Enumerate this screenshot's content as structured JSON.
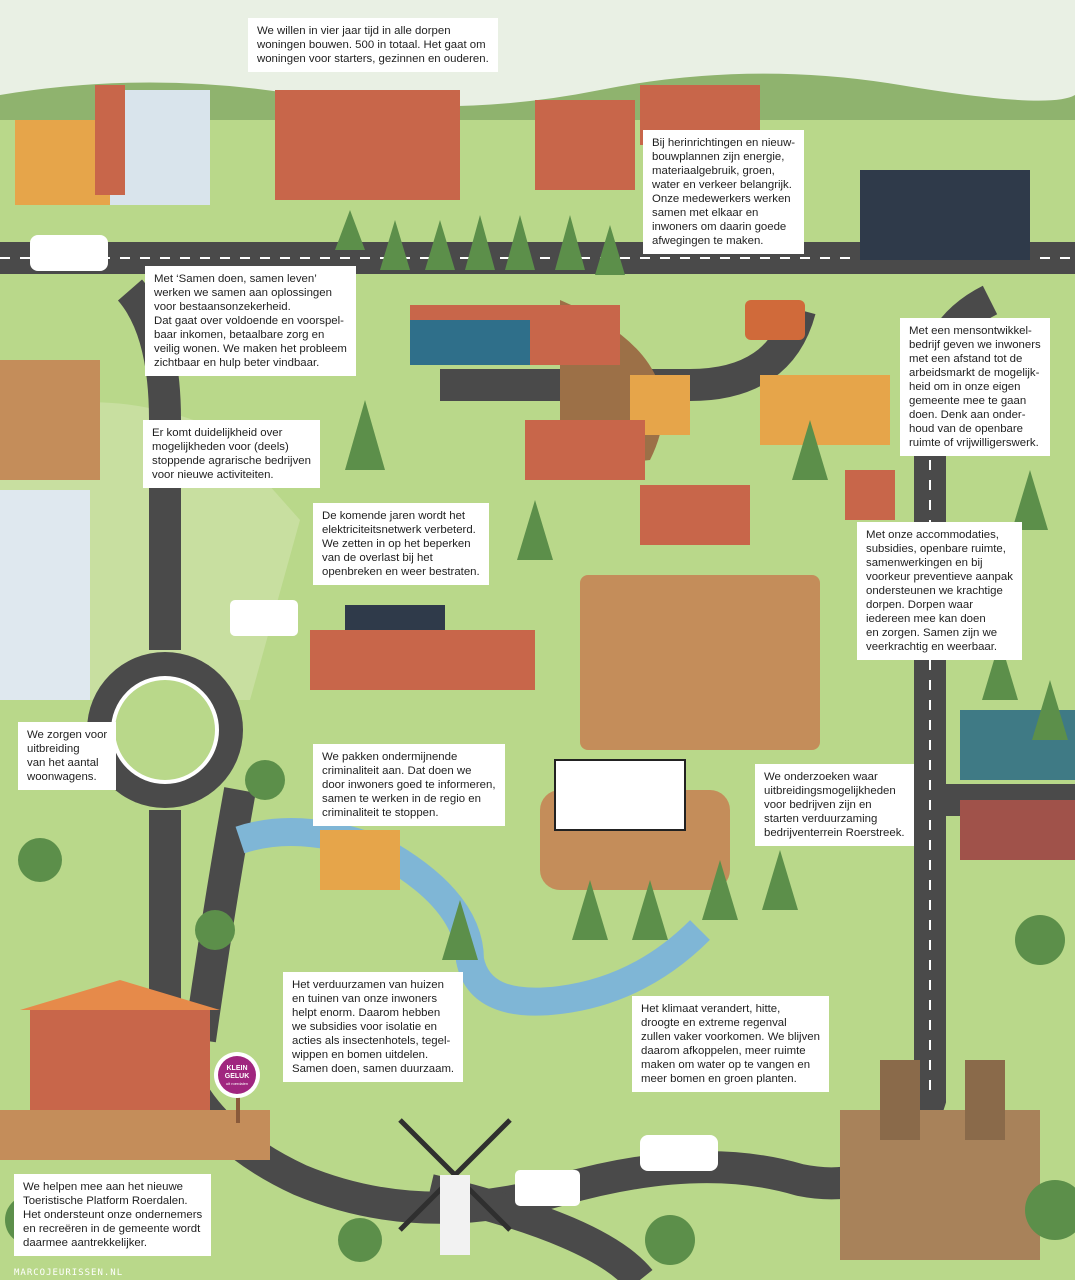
{
  "callouts": [
    {
      "id": "housing",
      "text": "We willen in vier jaar tijd in alle dorpen\nwoningen bouwen. 500 in totaal. Het gaat om\nwoningen voor starters, gezinnen en ouderen."
    },
    {
      "id": "redevelopment",
      "text": "Bij herinrichtingen en nieuw-\nbouwplannen zijn energie,\nmateriaalgebruik, groen,\nwater en verkeer belangrijk.\nOnze medewerkers werken\nsamen met elkaar en\ninwoners om daarin goede\nafwegingen te maken."
    },
    {
      "id": "samen-doen",
      "text": "Met ‘Samen doen, samen leven’\nwerken we samen aan oplossingen\nvoor bestaansonzekerheid.\nDat gaat over voldoende en voorspel-\nbaar inkomen, betaalbare zorg en\nveilig wonen. We maken het probleem\nzichtbaar en hulp beter vindbaar."
    },
    {
      "id": "agriculture",
      "text": "Er komt duidelijkheid over\nmogelijkheden voor (deels)\nstoppende agrarische bedrijven\nvoor nieuwe activiteiten."
    },
    {
      "id": "mensontwikkelbedrijf",
      "text": "Met een mensontwikkel-\nbedrijf geven we inwoners\nmet een afstand tot de\narbeidsmarkt de mogelijk-\nheid om in onze eigen\ngemeente mee te gaan\ndoen. Denk aan onder-\nhoud van de openbare\nruimte of vrijwilligerswerk."
    },
    {
      "id": "electricity",
      "text": "De komende jaren wordt het\nelektriciteitsnetwerk verbeterd.\nWe zetten in op het beperken\nvan de overlast bij het\nopenbreken en weer bestraten."
    },
    {
      "id": "accommodations",
      "text": "Met onze accommodaties,\nsubsidies, openbare ruimte,\nsamenwerkingen en bij\nvoorkeur preventieve aanpak\nondersteunen we krachtige\ndorpen. Dorpen waar\niedereen mee kan doen\nen zorgen. Samen zijn we\nveerkrachtig en weerbaar."
    },
    {
      "id": "caravans",
      "text": "We zorgen voor\nuitbreiding\nvan het aantal\nwoonwagens."
    },
    {
      "id": "crime",
      "text": "We pakken ondermijnende\ncriminaliteit aan. Dat doen we\ndoor inwoners goed te informeren,\nsamen te werken in de regio en\ncriminaliteit te stoppen."
    },
    {
      "id": "business-park",
      "text": "We onderzoeken waar\nuitbreidingsmogelijkheden\nvoor bedrijven zijn en\nstarten verduurzaming\nbedrijventerrein Roerstreek."
    },
    {
      "id": "sustainability",
      "text": "Het verduurzamen van huizen\nen tuinen van onze inwoners\nhelpt enorm. Daarom hebben\nwe subsidies voor isolatie en\nacties als insectenhotels, tegel-\nwippen en bomen uitdelen.\nSamen doen, samen duurzaam."
    },
    {
      "id": "climate",
      "text": "Het klimaat verandert, hitte,\ndroogte en extreme regenval\nzullen vaker voorkomen. We blijven\ndaarom afkoppelen, meer ruimte\nmaken om water op te vangen en\nmeer bomen en groen planten."
    },
    {
      "id": "tourism",
      "text": "We helpen mee aan het nieuwe\nToeristische Platform Roerdalen.\nHet ondersteunt onze ondernemers\nen recreëren in de gemeente wordt\ndaarmee aantrekkelijker."
    }
  ],
  "sign": {
    "line1": "KLEIN",
    "line2": "GELUK",
    "line3": "uit roerdalen"
  },
  "signature": "MARCOJEURISSEN.NL",
  "colors": {
    "grass": "#b9d88a",
    "road": "#4a4a4a",
    "water": "#7fb6d6",
    "tree": "#5c8f4a",
    "brick": "#c8664a",
    "sign": "#a0267f"
  }
}
